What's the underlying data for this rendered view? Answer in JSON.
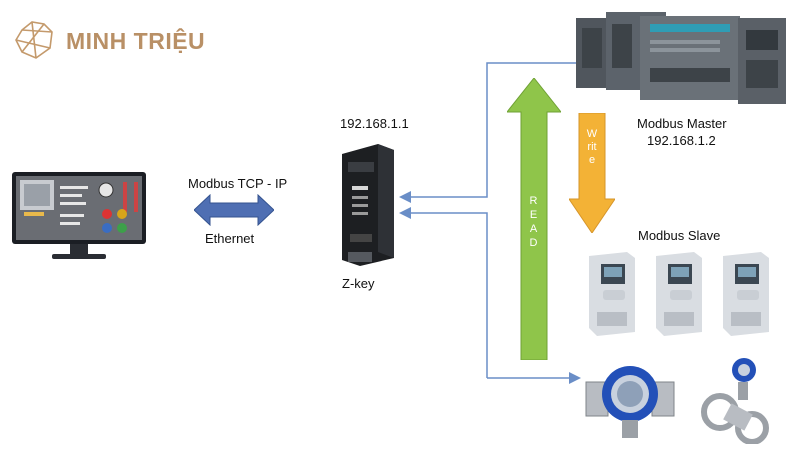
{
  "brand": {
    "name": "MINH TRIỆU",
    "color": "#b99066",
    "logo_icon": "crystal-logo-icon"
  },
  "labels": {
    "zkey_ip": "192.168.1.1",
    "master_title": "Modbus Master",
    "master_ip": "192.168.1.2",
    "protocol": "Modbus TCP - IP",
    "ethernet": "Ethernet",
    "zkey_name": "Z-key",
    "slave_title": "Modbus Slave"
  },
  "arrows": {
    "read_label": "READ",
    "write_label": "Write",
    "read_color": "#8fc54a",
    "write_color": "#f3b236",
    "link_color": "#6a8ec7",
    "bidirectional_color": "#4f6fb3"
  },
  "devices": {
    "hmi_monitor": "hmi-monitor-icon",
    "zkey_gateway": "zkey-gateway-icon",
    "plc_master": "siemens-plc-icon",
    "drives": [
      "abb-drive-icon",
      "abb-drive-icon",
      "abb-drive-icon"
    ],
    "transmitters": [
      "pressure-transmitter-icon",
      "flow-transmitter-icon"
    ]
  }
}
